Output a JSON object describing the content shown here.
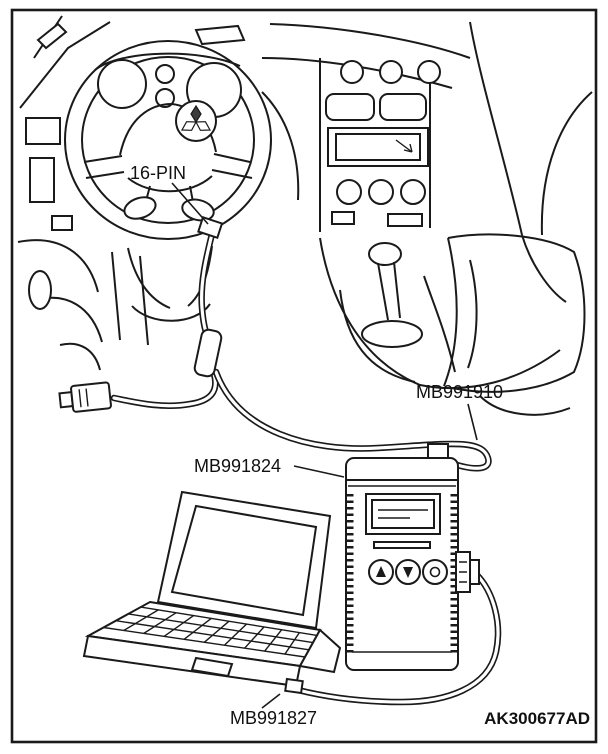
{
  "figure": {
    "type": "service-manual-line-illustration",
    "labels": {
      "dlc": "16-PIN",
      "harness_cable": "MB991910",
      "vci": "MB991824",
      "usb_cable": "MB991827",
      "figure_code": "AK300677AD"
    },
    "colors": {
      "line": "#1a1a1a",
      "background": "#ffffff"
    }
  }
}
